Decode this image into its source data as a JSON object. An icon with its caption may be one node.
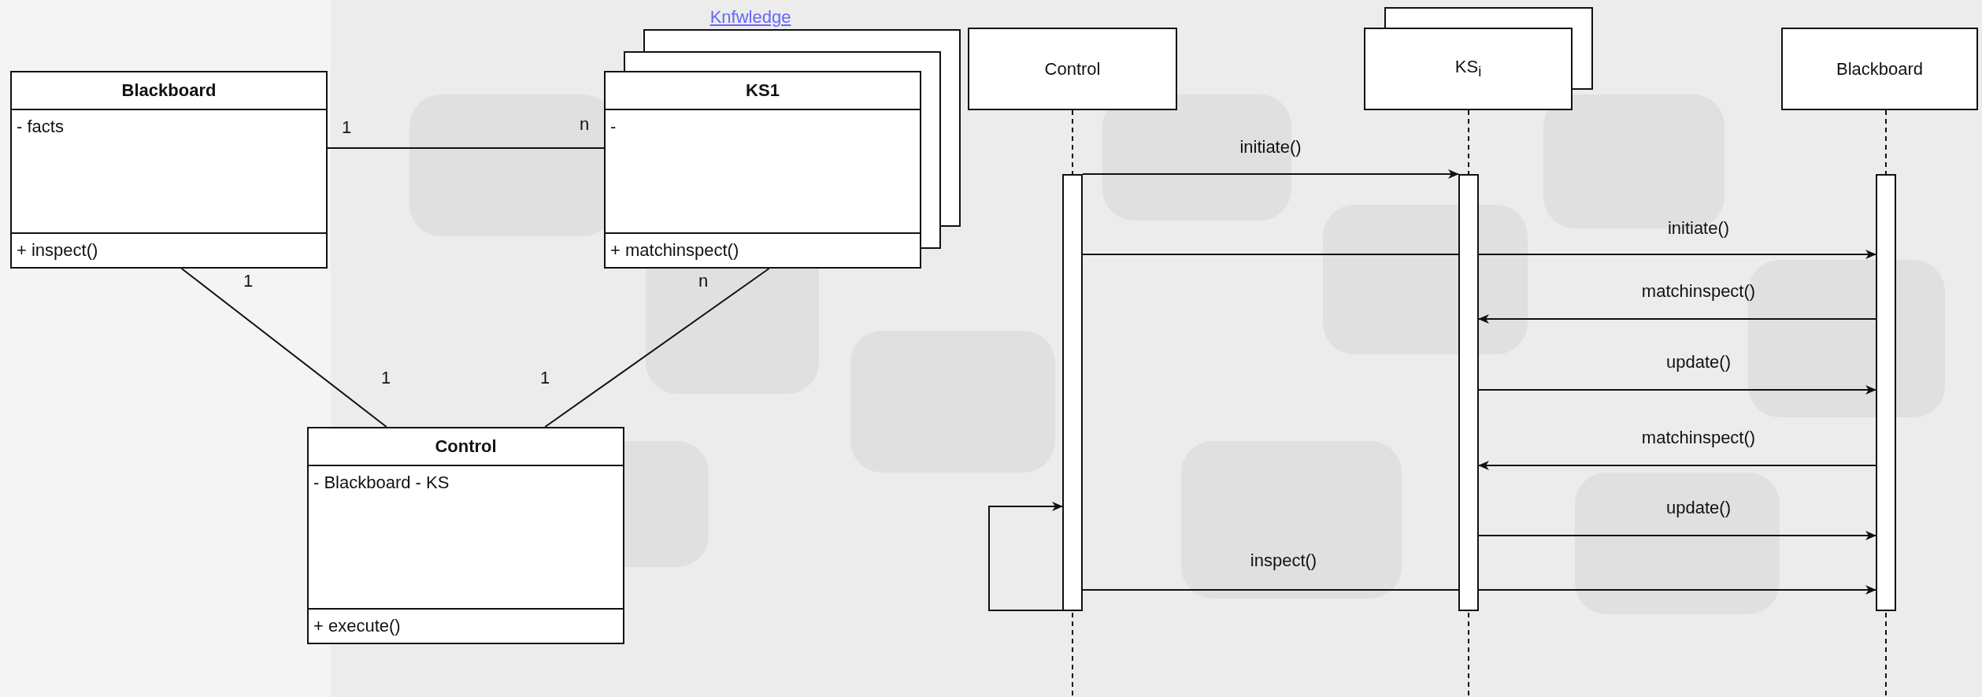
{
  "diagram": {
    "nodes": [
      {
        "text": [
          "Blackboard",
          "- facts",
          "+ inspect()"
        ]
      },
      {
        "text": [
          "KS1",
          "-",
          "+ matchinspect()"
        ]
      },
      {
        "text": [
          "Control",
          "- Blackboard - KS",
          "+ execute()"
        ]
      },
      {
        "text": [
          "Control"
        ]
      },
      {
        "text": [
          "KS$_{i}$"
        ]
      },
      {
        "text": [
          "Blackboard"
        ]
      },
      {
        "text": [],
        "shape": "bar"
      },
      {
        "text": [],
        "shape": "bar"
      },
      {
        "text": [],
        "shape": "bar"
      }
    ],
    "edges": [
      {
        "from": 0,
        "to": 1,
        "arrow": "none"
      },
      {
        "from": 0,
        "to": 2,
        "arrow": "none"
      },
      {
        "from": 1,
        "to": 2,
        "arrow": "none"
      },
      {
        "from": 6,
        "to": 7,
        "arrow": "to",
        "label": "initiate()"
      },
      {
        "from": 6,
        "to": 8,
        "arrow": "to",
        "label": "initiate()"
      },
      {
        "from": 8,
        "to": 7,
        "arrow": "to",
        "label": "matchinspect()"
      },
      {
        "from": 7,
        "to": 8,
        "arrow": "to",
        "label": "update()"
      },
      {
        "from": 8,
        "to": 7,
        "arrow": "to",
        "label": "matchinspect()"
      },
      {
        "from": 7,
        "to": 8,
        "arrow": "to",
        "label": "update()"
      },
      {
        "from": 6,
        "to": 6,
        "arrow": "to"
      },
      {
        "from": 6,
        "to": 8,
        "arrow": "to",
        "label": "inspect()"
      }
    ],
    "labels": [
      "Knfwledge",
      "1",
      "n",
      "1",
      "n",
      "1",
      "1"
    ]
  }
}
